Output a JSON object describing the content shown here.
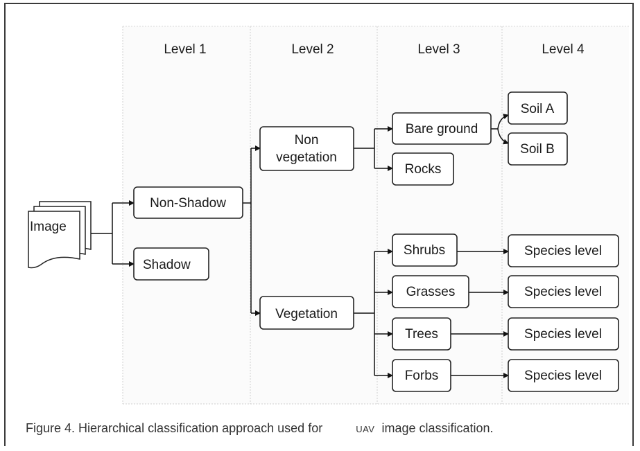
{
  "levels": [
    "Level 1",
    "Level 2",
    "Level 3",
    "Level 4"
  ],
  "nodes": {
    "image": "Image",
    "non_shadow": "Non-Shadow",
    "shadow": "Shadow",
    "non_vegetation_line1": "Non",
    "non_vegetation_line2": "vegetation",
    "vegetation": "Vegetation",
    "bare_ground": "Bare ground",
    "rocks": "Rocks",
    "shrubs": "Shrubs",
    "grasses": "Grasses",
    "trees": "Trees",
    "forbs": "Forbs",
    "soil_a": "Soil A",
    "soil_b": "Soil B",
    "species_1": "Species level",
    "species_2": "Species level",
    "species_3": "Species level",
    "species_4": "Species level"
  },
  "caption": {
    "prefix": "Figure 4. Hierarchical classification approach used for",
    "uav": "UAV",
    "suffix": "image classification."
  }
}
